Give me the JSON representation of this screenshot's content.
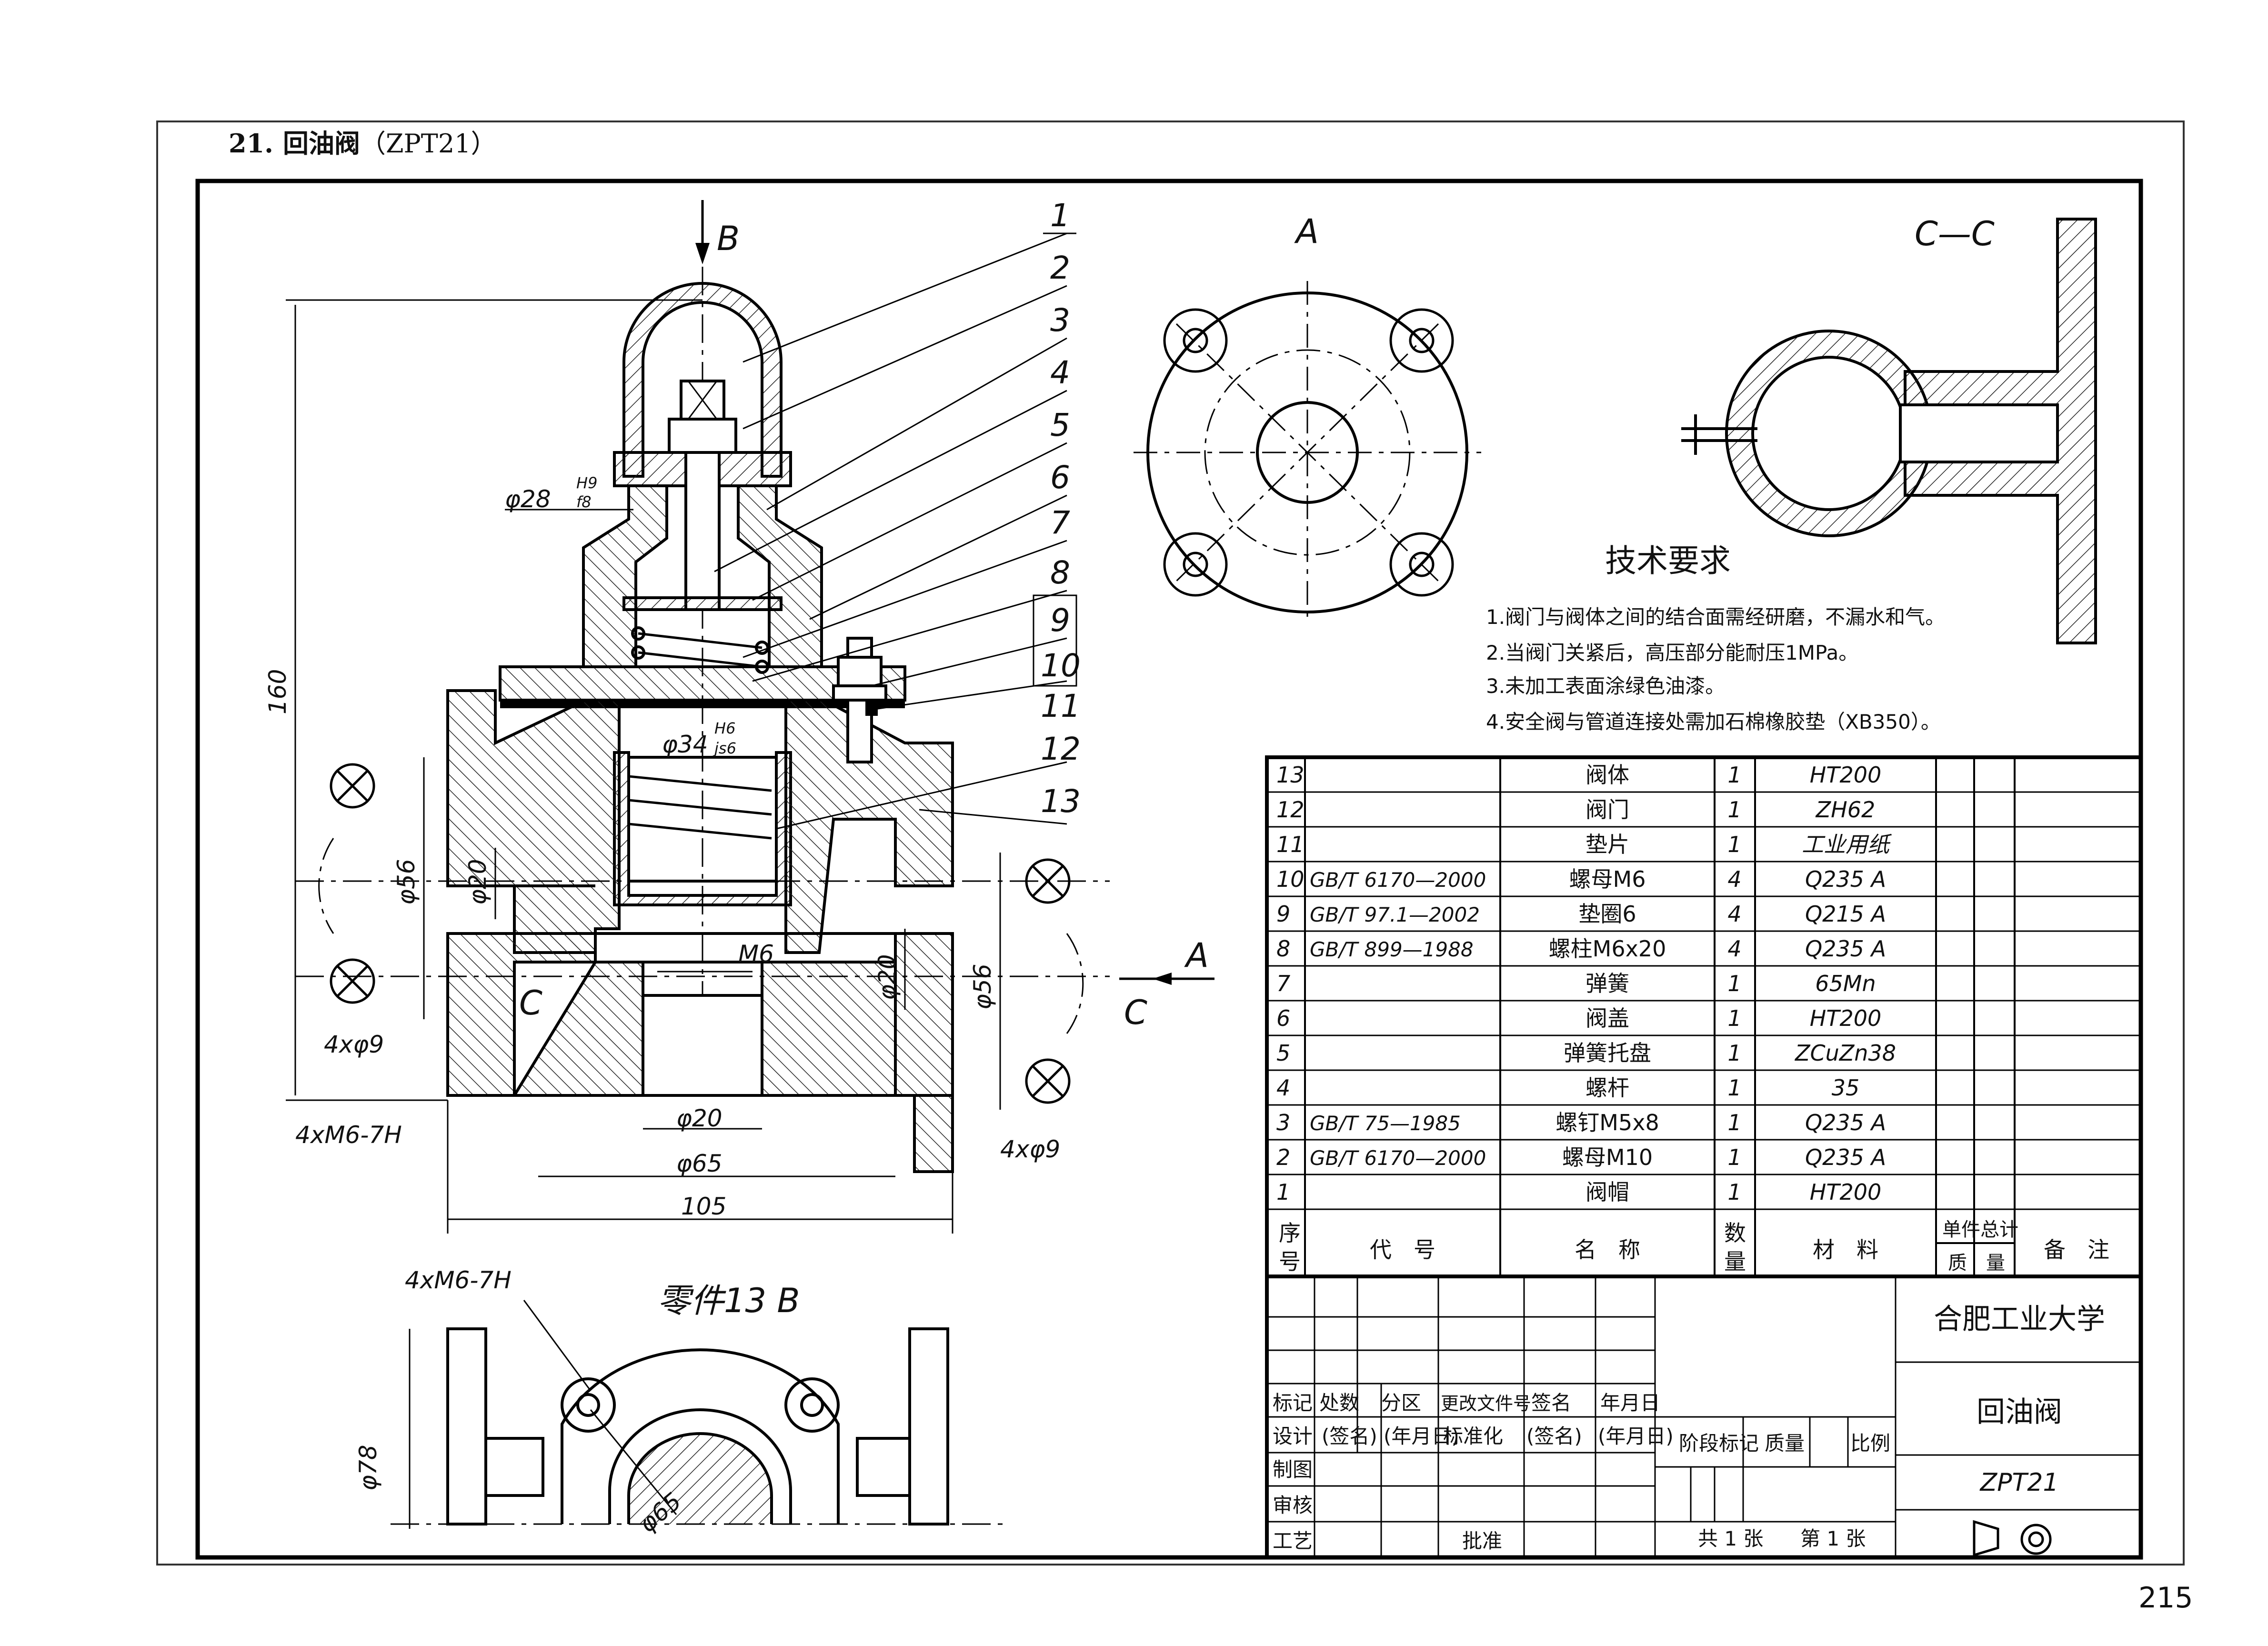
{
  "header": {
    "number": "21.",
    "title": "回油阀",
    "code": "（ZPT21）"
  },
  "page_number": "215",
  "main_view": {
    "view_arrow_label": "B",
    "dims": {
      "height": "160",
      "fit_top": "φ28",
      "fit_top_hole": "H9",
      "fit_top_shaft": "f8",
      "fit_mid": "φ34",
      "fit_mid_hole": "H6",
      "fit_mid_shaft": "js6",
      "flange_left": "φ56",
      "bore_left": "φ20",
      "thread": "M6",
      "bore_right": "φ20",
      "flange_right": "φ56",
      "bolt_holes_left": "4xφ9",
      "thread_holes": "4xM6-7H",
      "bottom_bore": "φ20",
      "bottom_flange": "φ65",
      "width": "105",
      "bolt_holes_right": "4xφ9"
    },
    "section_mark": "C",
    "section_mark_right": "C",
    "view_mark_right": "A",
    "balloons": [
      "1",
      "2",
      "3",
      "4",
      "5",
      "6",
      "7",
      "8",
      "9",
      "10",
      "11",
      "12",
      "13"
    ]
  },
  "view_a": {
    "label": "A"
  },
  "section_cc": {
    "label": "C—C"
  },
  "part13_view": {
    "label": "零件13 B",
    "thread_note": "4xM6-7H",
    "dim_height": "φ78",
    "dim_bore": "φ65"
  },
  "tech_requirements": {
    "title": "技术要求",
    "items": [
      "1.阀门与阀体之间的结合面需经研磨，不漏水和气。",
      "2.当阀门关紧后，高压部分能耐压1MPa。",
      "3.未加工表面涂绿色油漆。",
      "4.安全阀与管道连接处需加石棉橡胶垫（XB350）。"
    ]
  },
  "bom": {
    "rows": [
      {
        "no": "13",
        "code": "",
        "name": "阀体",
        "qty": "1",
        "material": "HT200"
      },
      {
        "no": "12",
        "code": "",
        "name": "阀门",
        "qty": "1",
        "material": "ZH62"
      },
      {
        "no": "11",
        "code": "",
        "name": "垫片",
        "qty": "1",
        "material": "工业用纸"
      },
      {
        "no": "10",
        "code": "GB/T 6170—2000",
        "name": "螺母M6",
        "qty": "4",
        "material": "Q235 A"
      },
      {
        "no": "9",
        "code": "GB/T 97.1—2002",
        "name": "垫圈6",
        "qty": "4",
        "material": "Q215 A"
      },
      {
        "no": "8",
        "code": "GB/T 899—1988",
        "name": "螺柱M6x20",
        "qty": "4",
        "material": "Q235 A"
      },
      {
        "no": "7",
        "code": "",
        "name": "弹簧",
        "qty": "1",
        "material": "65Mn"
      },
      {
        "no": "6",
        "code": "",
        "name": "阀盖",
        "qty": "1",
        "material": "HT200"
      },
      {
        "no": "5",
        "code": "",
        "name": "弹簧托盘",
        "qty": "1",
        "material": "ZCuZn38"
      },
      {
        "no": "4",
        "code": "",
        "name": "螺杆",
        "qty": "1",
        "material": "35"
      },
      {
        "no": "3",
        "code": "GB/T 75—1985",
        "name": "螺钉M5x8",
        "qty": "1",
        "material": "Q235 A"
      },
      {
        "no": "2",
        "code": "GB/T 6170—2000",
        "name": "螺母M10",
        "qty": "1",
        "material": "Q235 A"
      },
      {
        "no": "1",
        "code": "",
        "name": "阀帽",
        "qty": "1",
        "material": "HT200"
      }
    ],
    "header": {
      "no_1": "序",
      "no_2": "号",
      "code": "代　号",
      "name": "名　称",
      "qty_1": "数",
      "qty_2": "量",
      "material": "材　料",
      "unit_1": "单件",
      "total_1": "总计",
      "mass_1": "质",
      "mass_2": "量",
      "remark": "备　注"
    }
  },
  "title_block": {
    "school": "合肥工业大学",
    "drawing_name": "回油阀",
    "drawing_code": "ZPT21",
    "row_labels": [
      "标记",
      "处数",
      "分区",
      "更改文件号",
      "签名",
      "年月日"
    ],
    "design": "设计",
    "sign_name": "(签名)",
    "sign_date": "(年月日)",
    "standard": "标准化",
    "sign_name2": "(签名)",
    "sign_date2": "(年月日)",
    "stage": "阶段标记",
    "mass": "质量",
    "scale": "比例",
    "draw": "制图",
    "check": "审核",
    "process": "工艺",
    "approve": "批准",
    "sheets_total": "共 1 张",
    "sheet_no": "第 1 张"
  }
}
